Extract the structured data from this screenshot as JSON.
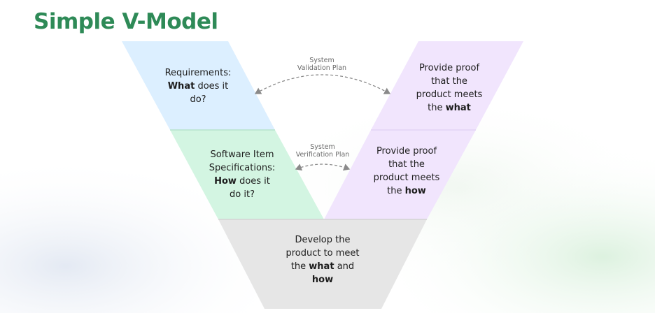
{
  "title": "Simple V-Model",
  "left_top": {
    "line1": "Requirements:",
    "bold": "What",
    "after_bold": " does it",
    "line3": "do?"
  },
  "left_mid": {
    "line1": "Software Item",
    "line2": "Specifications:",
    "bold": "How",
    "after_bold": " does it",
    "line4": "do it?"
  },
  "bottom": {
    "line1": "Develop the",
    "line2": "product to meet",
    "pre_bold": "the ",
    "bold1": "what",
    "after_bold1": " and",
    "bold2": "how"
  },
  "right_mid": {
    "line1": "Provide proof",
    "line2": "that the",
    "line3": "product meets",
    "pre_bold": "the ",
    "bold": "how"
  },
  "right_top": {
    "line1": "Provide proof",
    "line2": "that the",
    "line3": "product meets",
    "pre_bold": "the ",
    "bold": "what"
  },
  "validation_plan": {
    "line1": "System",
    "line2": "Validation Plan"
  },
  "verification_plan": {
    "line1": "System",
    "line2": "Verification Plan"
  },
  "colors": {
    "title": "#2e8a57",
    "requirements_fill": "#dcefff",
    "specifications_fill": "#d3f5e2",
    "develop_fill": "#e6e6e6",
    "proof_fill": "#f1e5fd",
    "arrow": "#8a8a8a"
  }
}
